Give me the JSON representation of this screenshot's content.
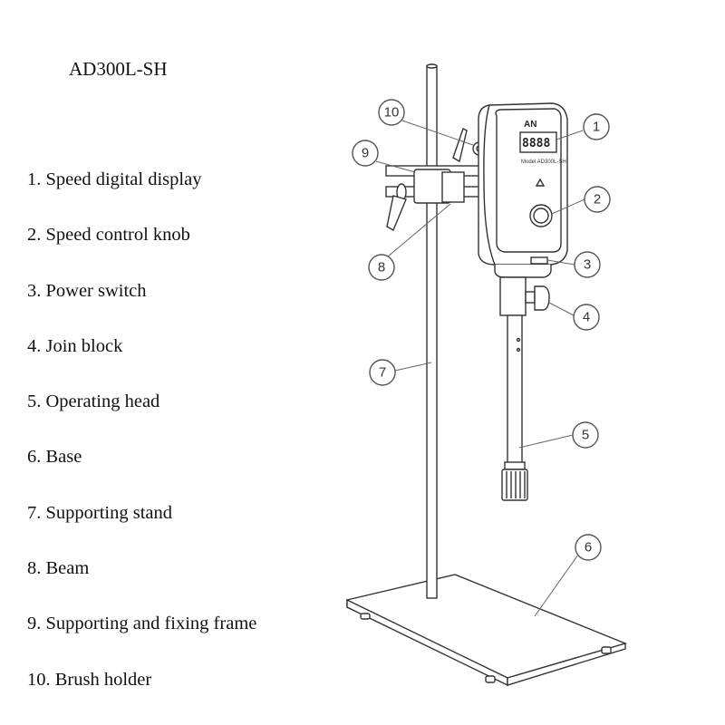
{
  "title": "AD300L-SH",
  "parts": [
    "1.  Speed digital display",
    "2. Speed control knob",
    "3. Power switch",
    "4. Join block",
    "5. Operating head",
    "6. Base",
    "7. Supporting stand",
    "8. Beam",
    "9. Supporting and fixing frame",
    "10. Brush holder"
  ],
  "callouts": [
    "1",
    "2",
    "3",
    "4",
    "5",
    "6",
    "7",
    "8",
    "9",
    "10"
  ],
  "device": {
    "logo": "AN",
    "display_digits": "8888",
    "model_label": "Model AD300L-SH"
  },
  "colors": {
    "line": "#333333",
    "background": "#ffffff"
  }
}
